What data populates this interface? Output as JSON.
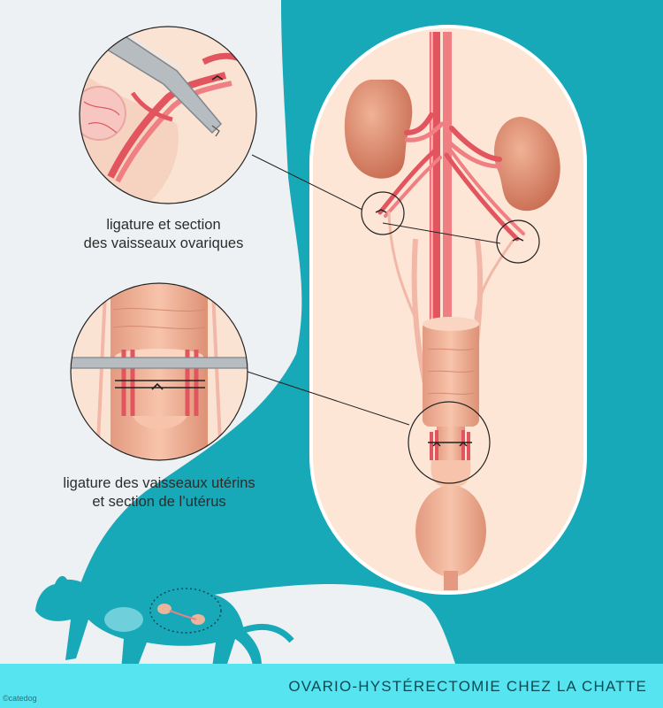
{
  "labels": {
    "ovarian_line1": "ligature et section",
    "ovarian_line2": "des vaisseaux ovariques",
    "uterine_line1": "ligature des vaisseaux utérins",
    "uterine_line2": "et section de l’utérus"
  },
  "title": "OVARIO-HYSTÉRECTOMIE CHEZ LA CHATTE",
  "credit": "©catedog",
  "colors": {
    "teal": "#17a9b8",
    "footer": "#55e4f0",
    "background": "#eef1f3",
    "skin": "#f5cbb3",
    "vessel": "#e2555f",
    "kidney": "#d9856a"
  }
}
